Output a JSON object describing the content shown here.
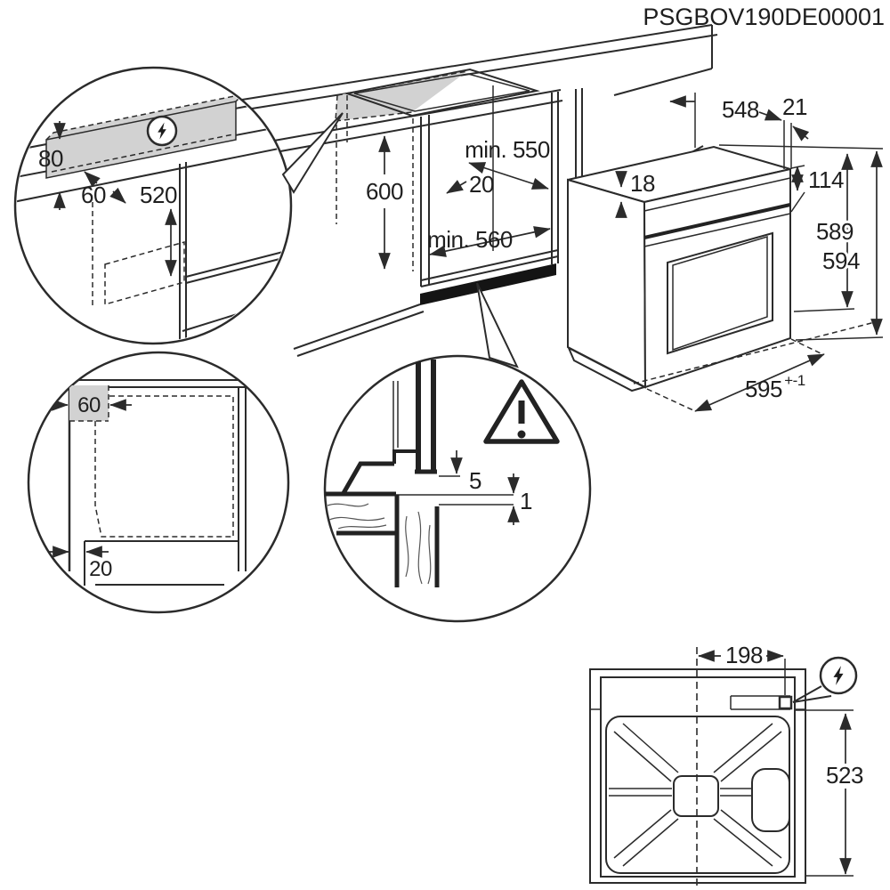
{
  "title": "PSGBOV190DE00001",
  "colors": {
    "line": "#2b2b2b",
    "gray_zone": "#d2d2d2",
    "vent_black": "#141414",
    "background": "#ffffff"
  },
  "main_view": {
    "niche_height": "600",
    "niche_depth": "min. 550",
    "side_gap": "20",
    "niche_width": "min. 560"
  },
  "oven_view": {
    "body_depth": "548",
    "rear_gap": "21",
    "top_thickness": "18",
    "panel_height": "114",
    "body_height": "589",
    "total_height": "594",
    "width": "595",
    "width_tolerance": "+-1"
  },
  "detail_electrical": {
    "zone_height": "80",
    "zone_offset": "60",
    "height_above_base": "520",
    "icon": "lightning-icon"
  },
  "detail_side": {
    "corner_zone": "60",
    "plinth_recess": "20"
  },
  "detail_gap": {
    "top_gap": "5",
    "front_gap": "1",
    "icon": "warning-triangle-icon"
  },
  "rear_view": {
    "connection_offset": "198",
    "connection_height": "523",
    "icon": "lightning-icon"
  }
}
